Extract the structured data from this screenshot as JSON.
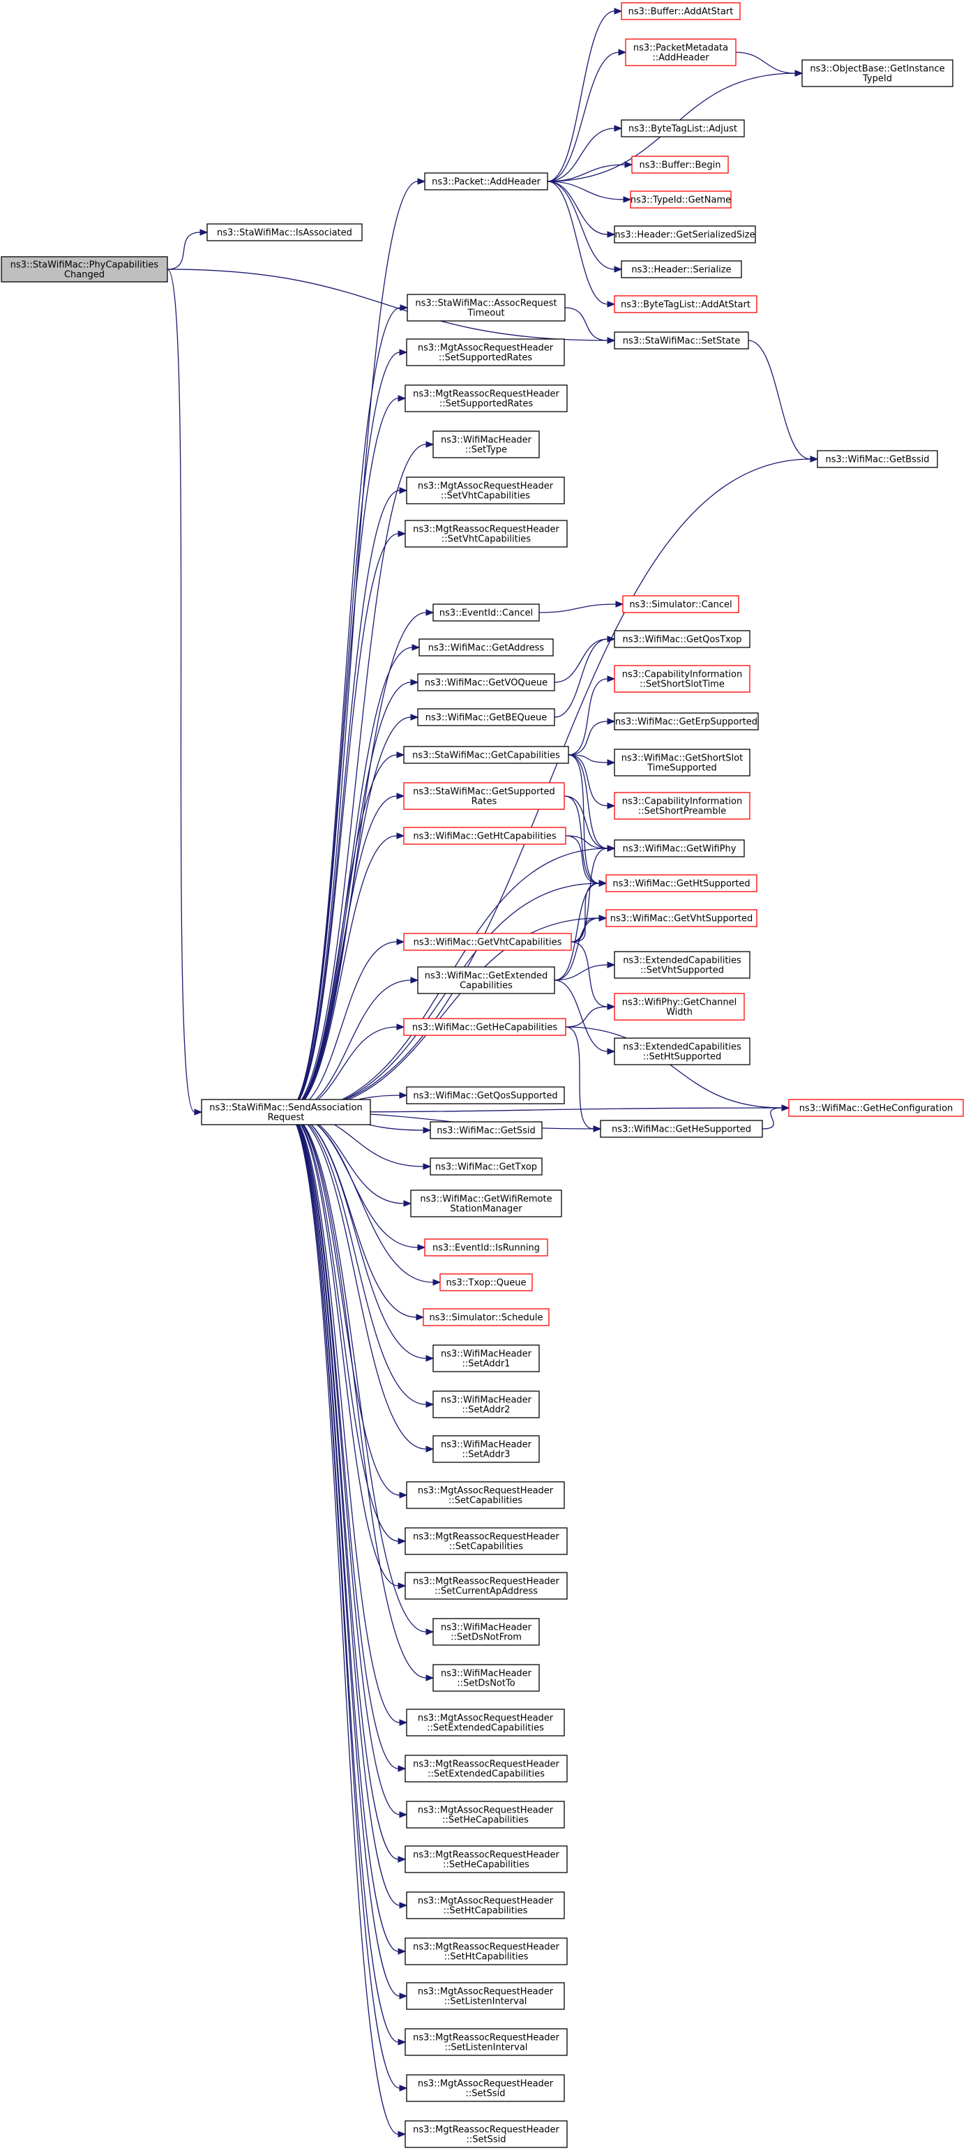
{
  "nodes": [
    {
      "id": "phycap",
      "lines": [
        "ns3::StaWifiMac::PhyCapabilities",
        "Changed"
      ],
      "style": "gray"
    },
    {
      "id": "isassoc",
      "lines": [
        "ns3::StaWifiMac::IsAssociated"
      ],
      "style": "black"
    },
    {
      "id": "sendassoc",
      "lines": [
        "ns3::StaWifiMac::SendAssociation",
        "Request"
      ],
      "style": "black"
    },
    {
      "id": "pkt_addheader",
      "lines": [
        "ns3::Packet::AddHeader"
      ],
      "style": "black"
    },
    {
      "id": "buf_addatstart",
      "lines": [
        "ns3::Buffer::AddAtStart"
      ],
      "style": "red"
    },
    {
      "id": "pktmeta_addheader",
      "lines": [
        "ns3::PacketMetadata",
        "::AddHeader"
      ],
      "style": "red"
    },
    {
      "id": "objbase_gettypeid",
      "lines": [
        "ns3::ObjectBase::GetInstance",
        "TypeId"
      ],
      "style": "black"
    },
    {
      "id": "btl_adjust",
      "lines": [
        "ns3::ByteTagList::Adjust"
      ],
      "style": "black"
    },
    {
      "id": "buf_begin",
      "lines": [
        "ns3::Buffer::Begin"
      ],
      "style": "red"
    },
    {
      "id": "typeid_getname",
      "lines": [
        "ns3::TypeId::GetName"
      ],
      "style": "red"
    },
    {
      "id": "hdr_getsersize",
      "lines": [
        "ns3::Header::GetSerializedSize"
      ],
      "style": "black"
    },
    {
      "id": "hdr_serialize",
      "lines": [
        "ns3::Header::Serialize"
      ],
      "style": "black"
    },
    {
      "id": "btl_addatstart",
      "lines": [
        "ns3::ByteTagList::AddAtStart"
      ],
      "style": "red"
    },
    {
      "id": "assoctimeout",
      "lines": [
        "ns3::StaWifiMac::AssocRequest",
        "Timeout"
      ],
      "style": "black"
    },
    {
      "id": "setstate",
      "lines": [
        "ns3::StaWifiMac::SetState"
      ],
      "style": "black"
    },
    {
      "id": "getbssid",
      "lines": [
        "ns3::WifiMac::GetBssid"
      ],
      "style": "black"
    },
    {
      "id": "mgtassoc_setsuprates",
      "lines": [
        "ns3::MgtAssocRequestHeader",
        "::SetSupportedRates"
      ],
      "style": "black"
    },
    {
      "id": "mgtreassoc_setsuprates",
      "lines": [
        "ns3::MgtReassocRequestHeader",
        "::SetSupportedRates"
      ],
      "style": "black"
    },
    {
      "id": "wmh_settype",
      "lines": [
        "ns3::WifiMacHeader",
        "::SetType"
      ],
      "style": "black"
    },
    {
      "id": "mgtassoc_setvht",
      "lines": [
        "ns3::MgtAssocRequestHeader",
        "::SetVhtCapabilities"
      ],
      "style": "black"
    },
    {
      "id": "mgtreassoc_setvht",
      "lines": [
        "ns3::MgtReassocRequestHeader",
        "::SetVhtCapabilities"
      ],
      "style": "black"
    },
    {
      "id": "eventid_cancel",
      "lines": [
        "ns3::EventId::Cancel"
      ],
      "style": "black"
    },
    {
      "id": "sim_cancel",
      "lines": [
        "ns3::Simulator::Cancel"
      ],
      "style": "red"
    },
    {
      "id": "getaddress",
      "lines": [
        "ns3::WifiMac::GetAddress"
      ],
      "style": "black"
    },
    {
      "id": "getvoqueue",
      "lines": [
        "ns3::WifiMac::GetVOQueue"
      ],
      "style": "black"
    },
    {
      "id": "getqostxop",
      "lines": [
        "ns3::WifiMac::GetQosTxop"
      ],
      "style": "black"
    },
    {
      "id": "getbequeue",
      "lines": [
        "ns3::WifiMac::GetBEQueue"
      ],
      "style": "black"
    },
    {
      "id": "capinfo_setshortslot",
      "lines": [
        "ns3::CapabilityInformation",
        "::SetShortSlotTime"
      ],
      "style": "red"
    },
    {
      "id": "getcapabilities",
      "lines": [
        "ns3::StaWifiMac::GetCapabilities"
      ],
      "style": "black"
    },
    {
      "id": "geterpsupported",
      "lines": [
        "ns3::WifiMac::GetErpSupported"
      ],
      "style": "black"
    },
    {
      "id": "getshortslot",
      "lines": [
        "ns3::WifiMac::GetShortSlot",
        "TimeSupported"
      ],
      "style": "black"
    },
    {
      "id": "getsuprates",
      "lines": [
        "ns3::StaWifiMac::GetSupported",
        "Rates"
      ],
      "style": "red"
    },
    {
      "id": "capinfo_setshortpre",
      "lines": [
        "ns3::CapabilityInformation",
        "::SetShortPreamble"
      ],
      "style": "red"
    },
    {
      "id": "gethtcap",
      "lines": [
        "ns3::WifiMac::GetHtCapabilities"
      ],
      "style": "red"
    },
    {
      "id": "getwifiphy",
      "lines": [
        "ns3::WifiMac::GetWifiPhy"
      ],
      "style": "black"
    },
    {
      "id": "gethtsupported",
      "lines": [
        "ns3::WifiMac::GetHtSupported"
      ],
      "style": "red"
    },
    {
      "id": "getvhtcap",
      "lines": [
        "ns3::WifiMac::GetVhtCapabilities"
      ],
      "style": "red"
    },
    {
      "id": "getvhtsupported",
      "lines": [
        "ns3::WifiMac::GetVhtSupported"
      ],
      "style": "red"
    },
    {
      "id": "getextcap",
      "lines": [
        "ns3::WifiMac::GetExtended",
        "Capabilities"
      ],
      "style": "black"
    },
    {
      "id": "extcap_setvht",
      "lines": [
        "ns3::ExtendedCapabilities",
        "::SetVhtSupported"
      ],
      "style": "black"
    },
    {
      "id": "phy_getchanwidth",
      "lines": [
        "ns3::WifiPhy::GetChannel",
        "Width"
      ],
      "style": "red"
    },
    {
      "id": "gethecap",
      "lines": [
        "ns3::WifiMac::GetHeCapabilities"
      ],
      "style": "red"
    },
    {
      "id": "extcap_setht",
      "lines": [
        "ns3::ExtendedCapabilities",
        "::SetHtSupported"
      ],
      "style": "black"
    },
    {
      "id": "getheconfig",
      "lines": [
        "ns3::WifiMac::GetHeConfiguration"
      ],
      "style": "red"
    },
    {
      "id": "getqossupported",
      "lines": [
        "ns3::WifiMac::GetQosSupported"
      ],
      "style": "black"
    },
    {
      "id": "getssid",
      "lines": [
        "ns3::WifiMac::GetSsid"
      ],
      "style": "black"
    },
    {
      "id": "gethesupported",
      "lines": [
        "ns3::WifiMac::GetHeSupported"
      ],
      "style": "black"
    },
    {
      "id": "gettxop",
      "lines": [
        "ns3::WifiMac::GetTxop"
      ],
      "style": "black"
    },
    {
      "id": "getwifirsm",
      "lines": [
        "ns3::WifiMac::GetWifiRemote",
        "StationManager"
      ],
      "style": "black"
    },
    {
      "id": "eventid_isrunning",
      "lines": [
        "ns3::EventId::IsRunning"
      ],
      "style": "red"
    },
    {
      "id": "txop_queue",
      "lines": [
        "ns3::Txop::Queue"
      ],
      "style": "red"
    },
    {
      "id": "sim_schedule",
      "lines": [
        "ns3::Simulator::Schedule"
      ],
      "style": "red"
    },
    {
      "id": "wmh_setaddr1",
      "lines": [
        "ns3::WifiMacHeader",
        "::SetAddr1"
      ],
      "style": "black"
    },
    {
      "id": "wmh_setaddr2",
      "lines": [
        "ns3::WifiMacHeader",
        "::SetAddr2"
      ],
      "style": "black"
    },
    {
      "id": "wmh_setaddr3",
      "lines": [
        "ns3::WifiMacHeader",
        "::SetAddr3"
      ],
      "style": "black"
    },
    {
      "id": "mgtassoc_setcap",
      "lines": [
        "ns3::MgtAssocRequestHeader",
        "::SetCapabilities"
      ],
      "style": "black"
    },
    {
      "id": "mgtreassoc_setcap",
      "lines": [
        "ns3::MgtReassocRequestHeader",
        "::SetCapabilities"
      ],
      "style": "black"
    },
    {
      "id": "mgtreassoc_setcurap",
      "lines": [
        "ns3::MgtReassocRequestHeader",
        "::SetCurrentApAddress"
      ],
      "style": "black"
    },
    {
      "id": "wmh_setdsnotfrom",
      "lines": [
        "ns3::WifiMacHeader",
        "::SetDsNotFrom"
      ],
      "style": "black"
    },
    {
      "id": "wmh_setdsnotto",
      "lines": [
        "ns3::WifiMacHeader",
        "::SetDsNotTo"
      ],
      "style": "black"
    },
    {
      "id": "mgtassoc_setext",
      "lines": [
        "ns3::MgtAssocRequestHeader",
        "::SetExtendedCapabilities"
      ],
      "style": "black"
    },
    {
      "id": "mgtreassoc_setext",
      "lines": [
        "ns3::MgtReassocRequestHeader",
        "::SetExtendedCapabilities"
      ],
      "style": "black"
    },
    {
      "id": "mgtassoc_sethe",
      "lines": [
        "ns3::MgtAssocRequestHeader",
        "::SetHeCapabilities"
      ],
      "style": "black"
    },
    {
      "id": "mgtreassoc_sethe",
      "lines": [
        "ns3::MgtReassocRequestHeader",
        "::SetHeCapabilities"
      ],
      "style": "black"
    },
    {
      "id": "mgtassoc_setht",
      "lines": [
        "ns3::MgtAssocRequestHeader",
        "::SetHtCapabilities"
      ],
      "style": "black"
    },
    {
      "id": "mgtreassoc_setht",
      "lines": [
        "ns3::MgtReassocRequestHeader",
        "::SetHtCapabilities"
      ],
      "style": "black"
    },
    {
      "id": "mgtassoc_setlisten",
      "lines": [
        "ns3::MgtAssocRequestHeader",
        "::SetListenInterval"
      ],
      "style": "black"
    },
    {
      "id": "mgtreassoc_setlisten",
      "lines": [
        "ns3::MgtReassocRequestHeader",
        "::SetListenInterval"
      ],
      "style": "black"
    },
    {
      "id": "mgtassoc_setssid",
      "lines": [
        "ns3::MgtAssocRequestHeader",
        "::SetSsid"
      ],
      "style": "black"
    },
    {
      "id": "mgtreassoc_setssid",
      "lines": [
        "ns3::MgtReassocRequestHeader",
        "::SetSsid"
      ],
      "style": "black"
    }
  ],
  "edges": [
    [
      "phycap",
      "isassoc"
    ],
    [
      "phycap",
      "setstate"
    ],
    [
      "phycap",
      "sendassoc"
    ],
    [
      "pkt_addheader",
      "buf_addatstart"
    ],
    [
      "pkt_addheader",
      "pktmeta_addheader"
    ],
    [
      "pkt_addheader",
      "objbase_gettypeid"
    ],
    [
      "pkt_addheader",
      "btl_adjust"
    ],
    [
      "pkt_addheader",
      "buf_begin"
    ],
    [
      "pkt_addheader",
      "typeid_getname"
    ],
    [
      "pkt_addheader",
      "hdr_getsersize"
    ],
    [
      "pkt_addheader",
      "hdr_serialize"
    ],
    [
      "pkt_addheader",
      "btl_addatstart"
    ],
    [
      "pktmeta_addheader",
      "objbase_gettypeid"
    ],
    [
      "assoctimeout",
      "setstate"
    ],
    [
      "setstate",
      "getbssid"
    ],
    [
      "eventid_cancel",
      "sim_cancel"
    ],
    [
      "getvoqueue",
      "getqostxop"
    ],
    [
      "getbequeue",
      "getqostxop"
    ],
    [
      "getcapabilities",
      "capinfo_setshortslot"
    ],
    [
      "getcapabilities",
      "geterpsupported"
    ],
    [
      "getcapabilities",
      "getshortslot"
    ],
    [
      "getcapabilities",
      "capinfo_setshortpre"
    ],
    [
      "getcapabilities",
      "getwifiphy"
    ],
    [
      "getcapabilities",
      "gethtsupported"
    ],
    [
      "getsuprates",
      "getwifiphy"
    ],
    [
      "getsuprates",
      "gethtsupported"
    ],
    [
      "gethtcap",
      "getwifiphy"
    ],
    [
      "gethtcap",
      "gethtsupported"
    ],
    [
      "getvhtcap",
      "getwifiphy"
    ],
    [
      "getvhtcap",
      "gethtsupported"
    ],
    [
      "getvhtcap",
      "getvhtsupported"
    ],
    [
      "getvhtcap",
      "phy_getchanwidth"
    ],
    [
      "getextcap",
      "gethtsupported"
    ],
    [
      "getextcap",
      "getvhtsupported"
    ],
    [
      "getextcap",
      "extcap_setvht"
    ],
    [
      "getextcap",
      "extcap_setht"
    ],
    [
      "gethecap",
      "phy_getchanwidth"
    ],
    [
      "gethecap",
      "getheconfig"
    ],
    [
      "gethecap",
      "gethesupported"
    ],
    [
      "gethesupported",
      "getheconfig"
    ]
  ],
  "send_targets": [
    "pkt_addheader",
    "assoctimeout",
    "mgtassoc_setsuprates",
    "mgtreassoc_setsuprates",
    "wmh_settype",
    "mgtassoc_setvht",
    "mgtreassoc_setvht",
    "getbssid",
    "eventid_cancel",
    "getaddress",
    "getvoqueue",
    "getbequeue",
    "getcapabilities",
    "getsuprates",
    "gethtcap",
    "getwifiphy",
    "gethtsupported",
    "getvhtcap",
    "getvhtsupported",
    "getextcap",
    "gethecap",
    "getheconfig",
    "getqossupported",
    "getssid",
    "gethesupported",
    "gettxop",
    "getwifirsm",
    "eventid_isrunning",
    "txop_queue",
    "sim_schedule",
    "wmh_setaddr1",
    "wmh_setaddr2",
    "wmh_setaddr3",
    "mgtassoc_setcap",
    "mgtreassoc_setcap",
    "mgtreassoc_setcurap",
    "wmh_setdsnotfrom",
    "wmh_setdsnotto",
    "mgtassoc_setext",
    "mgtreassoc_setext",
    "mgtassoc_sethe",
    "mgtreassoc_sethe",
    "mgtassoc_setht",
    "mgtreassoc_setht",
    "mgtassoc_setlisten",
    "mgtreassoc_setlisten",
    "mgtassoc_setssid",
    "mgtreassoc_setssid"
  ],
  "colors": {
    "edge": "#191970",
    "node_border": "#000000",
    "node_border_highlight": "#ff0000",
    "root_fill": "#bfbfbf"
  }
}
